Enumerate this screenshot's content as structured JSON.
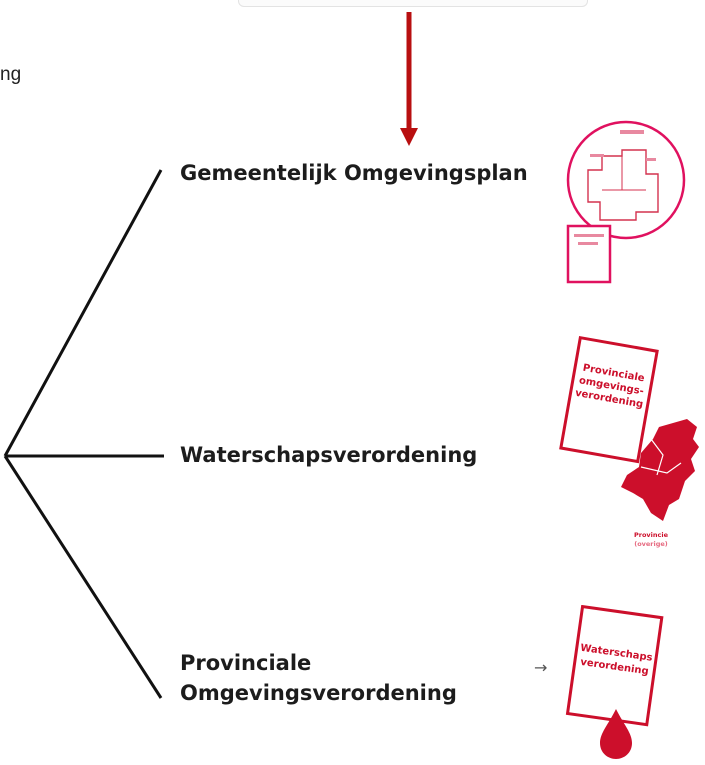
{
  "fragment_text": "ng",
  "branches": [
    {
      "label_lines": [
        "Gemeentelijk Omgevingsplan"
      ]
    },
    {
      "label_lines": [
        "Waterschapsverordening"
      ]
    },
    {
      "label_lines": [
        "Provinciale",
        "Omgevingsverordening"
      ]
    }
  ],
  "arrow_glyph": "→",
  "illustrations": {
    "province_sheet_lines": [
      "Provinciale",
      "omgevings-",
      "verordening"
    ],
    "province_caption_lines": [
      "Provincie",
      "(overige)"
    ],
    "water_sheet_lines": [
      "Waterschaps",
      "verordening"
    ]
  },
  "colors": {
    "accent_red": "#cc0f2b",
    "dark_red_arrow": "#b80f10",
    "line": "#111111",
    "pink_line": "#e0115f"
  }
}
